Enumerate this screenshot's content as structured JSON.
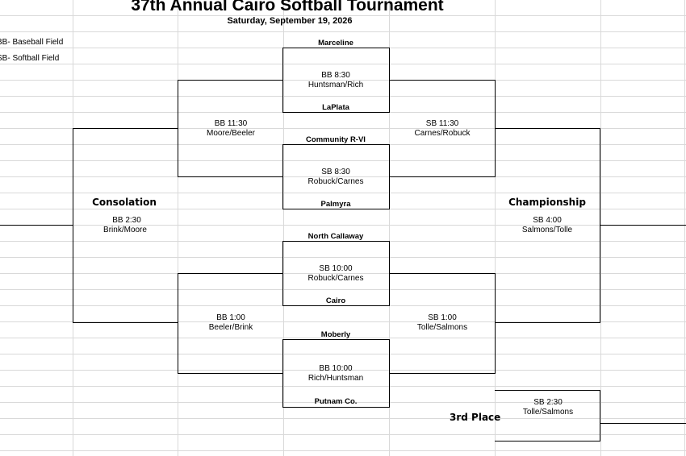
{
  "header": {
    "title": "37th Annual Cairo Softball Tournament",
    "date": "Saturday, September 19, 2026"
  },
  "legend": {
    "baseball": "BB- Baseball Field",
    "softball": "SB- Softball Field"
  },
  "teams": {
    "marceline": "Marceline",
    "laplata": "LaPlata",
    "community": "Community R-VI",
    "palmyra": "Palmyra",
    "north_callaway": "North Callaway",
    "cairo": "Cairo",
    "moberly": "Moberly",
    "putnam": "Putnam Co."
  },
  "games": {
    "g1_time": "BB 8:30",
    "g1_umps": "Huntsman/Rich",
    "g2_time": "SB 8:30",
    "g2_umps": "Robuck/Carnes",
    "g3_time": "SB 10:00",
    "g3_umps": "Robuck/Carnes",
    "g4_time": "BB 10:00",
    "g4_umps": "Rich/Huntsman",
    "w_left_top_time": "BB 11:30",
    "w_left_top_umps": "Moore/Beeler",
    "w_left_bot_time": "BB 1:00",
    "w_left_bot_umps": "Beeler/Brink",
    "w_right_top_time": "SB 11:30",
    "w_right_top_umps": "Carnes/Robuck",
    "w_right_bot_time": "SB 1:00",
    "w_right_bot_umps": "Tolle/Salmons",
    "consolation_time": "BB 2:30",
    "consolation_umps": "Brink/Moore",
    "championship_time": "SB 4:00",
    "championship_umps": "Salmons/Tolle",
    "third_time": "SB 2:30",
    "third_umps": "Tolle/Salmons"
  },
  "rounds": {
    "consolation": "Consolation",
    "championship": "Championship",
    "third_place": "3rd Place"
  }
}
